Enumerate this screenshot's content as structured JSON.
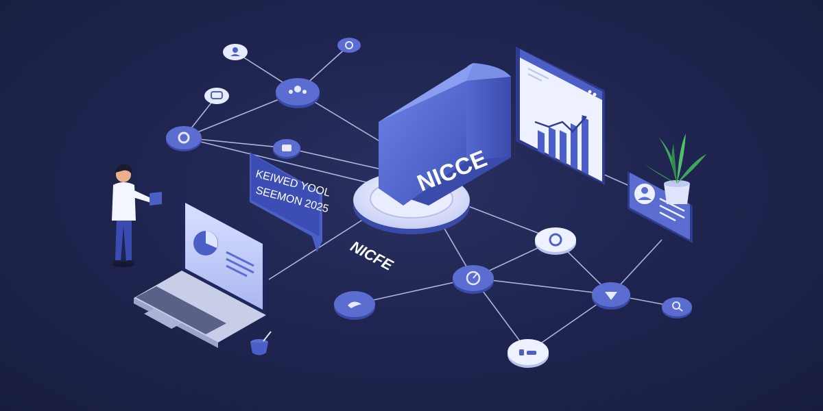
{
  "illustration": {
    "central_sign_text": "NICCE",
    "floor_label_text": "NICFE",
    "speech_bubble": {
      "line1": "KEIWED YOOL",
      "line2": "SEEMON 2025"
    }
  },
  "palette": {
    "background": "#1f2550",
    "node_fill": "#5b6dd1",
    "node_fill_light": "#e7ebff",
    "connector_line": "#c9cff2",
    "accent_blue": "#4b5fc7",
    "plant_green": "#3ea55a"
  },
  "icons": {
    "nodes": [
      "user-icon",
      "chat-icon",
      "target-icon",
      "gear-icon",
      "people-icon",
      "image-icon",
      "search-icon",
      "bird-icon",
      "gauge-icon",
      "check-icon",
      "magnifier-icon",
      "dots-icon"
    ],
    "person": "person-figure",
    "laptop": "laptop-illustration",
    "plant": "plant-illustration",
    "profile_card": "profile-card-illustration",
    "chart_panel": "bar-chart-panel-illustration"
  }
}
